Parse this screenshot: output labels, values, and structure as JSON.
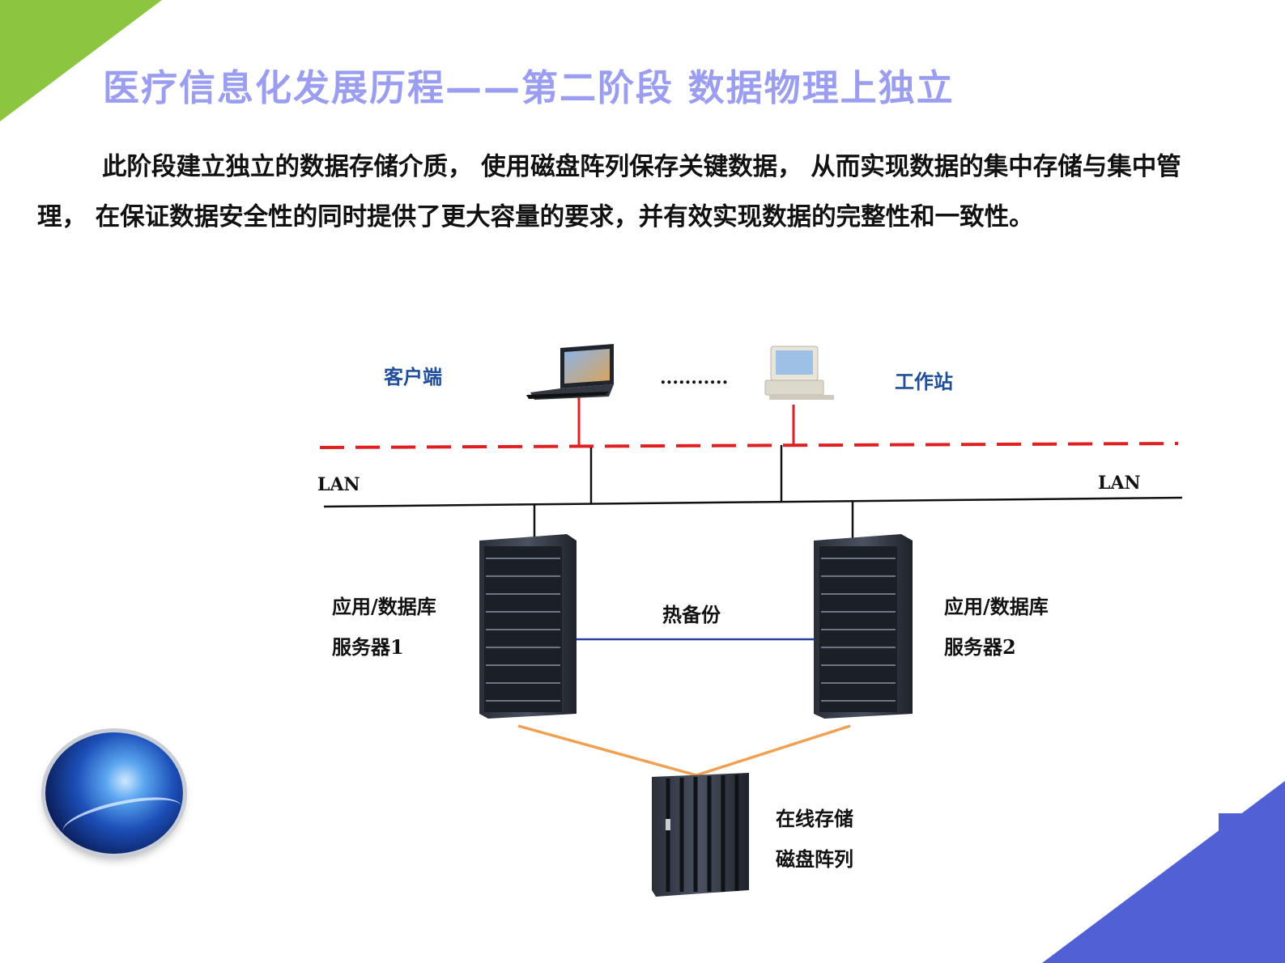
{
  "slide": {
    "title": "医疗信息化发展历程——第二阶段  数据物理上独立",
    "paragraph": "此阶段建立独立的数据存储介质， 使用磁盘阵列保存关键数据， 从而实现数据的集中存储与集中管理， 在保证数据安全性的同时提供了更大容量的要求，并有效实现数据的完整性和一致性。"
  },
  "diagram": {
    "client_label": "客户端",
    "ellipsis": "...........",
    "workstation_label": "工作站",
    "lan_left": "LAN",
    "lan_right": "LAN",
    "server1_line1": "应用/数据库",
    "server1_line2": "服务器1",
    "server2_line1": "应用/数据库",
    "server2_line2": "服务器2",
    "hot_backup": "热备份",
    "storage_line1": "在线存储",
    "storage_line2": "磁盘阵列"
  },
  "colors": {
    "title": "#9b9ef0",
    "corner_green": "#8cc641",
    "corner_blue": "#5260d6",
    "label_blue": "#1f4e9c",
    "dashed_red": "#e02020",
    "backup_line": "#2b3f9e",
    "storage_line": "#f0a050"
  }
}
